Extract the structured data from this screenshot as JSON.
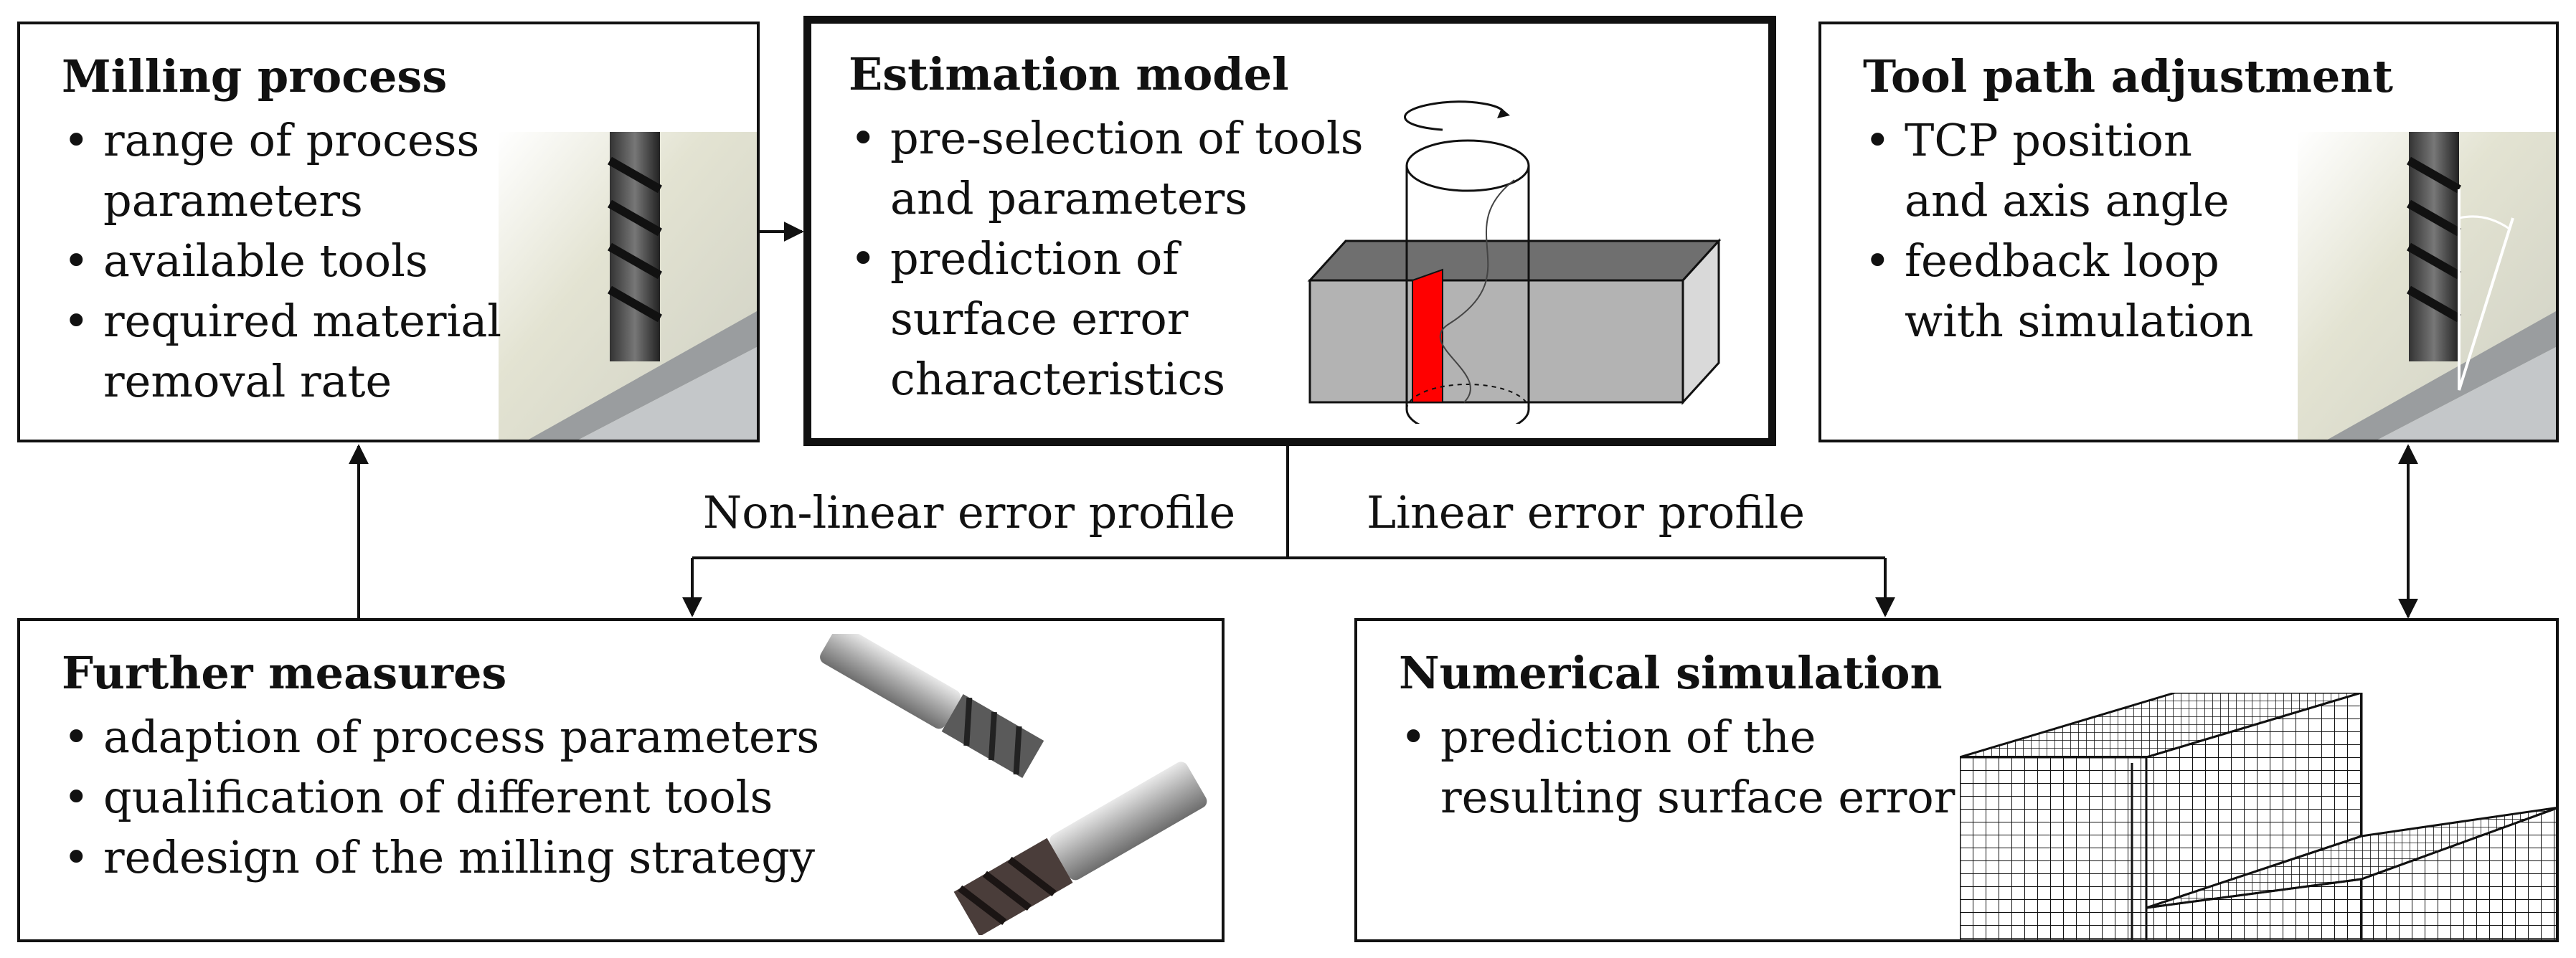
{
  "boxes": {
    "milling": {
      "title": "Milling process",
      "bullets": [
        "range of process parameters",
        "available tools",
        "required material removal rate"
      ],
      "lines": [
        "range of process",
        "parameters",
        "available tools",
        "required material",
        "removal rate"
      ]
    },
    "estimation": {
      "title": "Estimation model",
      "lines": [
        "pre-selection of tools",
        "and parameters",
        "prediction of",
        "surface error",
        "characteristics"
      ]
    },
    "toolpath": {
      "title": "Tool path adjustment",
      "lines": [
        "TCP position",
        "and axis angle",
        "feedback loop",
        "with simulation"
      ]
    },
    "further": {
      "title": "Further measures",
      "lines": [
        "adaption of process parameters",
        "qualification of different tools",
        "redesign of the milling strategy"
      ]
    },
    "simulation": {
      "title": "Numerical simulation",
      "lines": [
        "prediction of the",
        "resulting surface error"
      ]
    }
  },
  "edges": {
    "nonlinear": "Non-linear error profile",
    "linear": "Linear error profile"
  },
  "colors": {
    "border": "#111111",
    "cut_region": "#ff0000",
    "workpiece_side": "#b3b3b3",
    "workpiece_top": "#6f6f6f"
  },
  "icons": {
    "milling_photo": "end-mill-photo-icon",
    "estimation_diagram": "cylinder-cutting-workpiece-icon",
    "toolpath_photo": "tilted-end-mill-icon",
    "further_photo": "end-mill-tools-icon",
    "simulation_mesh": "fem-mesh-icon"
  }
}
